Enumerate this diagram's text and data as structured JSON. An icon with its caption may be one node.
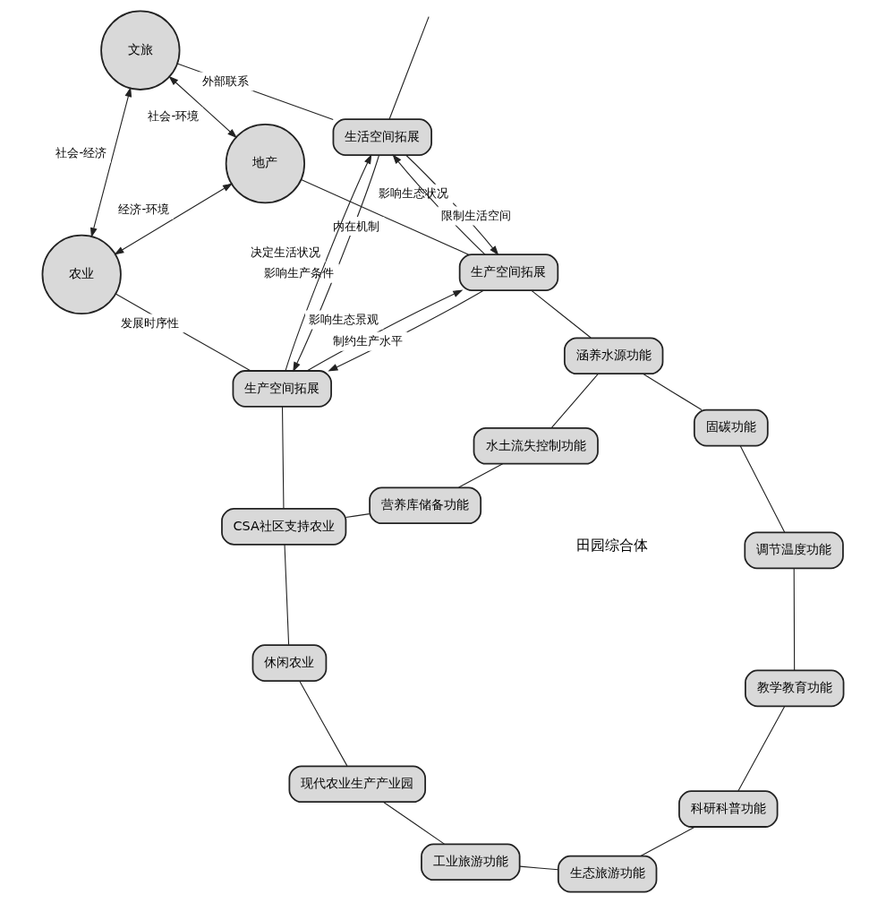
{
  "diagram": {
    "nodes": [
      {
        "text": [
          "生态旅游功能"
        ]
      },
      {
        "text": [
          "科研科普功能"
        ]
      },
      {
        "text": [
          "工业旅游功能"
        ]
      },
      {
        "text": [
          "生活空间拓展"
        ]
      },
      {
        "text": [
          "教学教育功能"
        ]
      },
      {
        "text": [
          "文旅"
        ]
      },
      {
        "text": [
          "现代农业生产产业园"
        ]
      },
      {
        "text": [
          "调节温度功能"
        ]
      },
      {
        "text": [
          "农业"
        ]
      },
      {
        "text": [
          "地产"
        ]
      },
      {
        "text": [
          "休闲农业"
        ]
      },
      {
        "text": [
          "固碳功能"
        ]
      },
      {
        "text": [
          "生产空间拓展"
        ]
      },
      {
        "text": [
          "生产空间拓展"
        ]
      },
      {
        "text": [
          "CSA社区支持农业"
        ]
      },
      {
        "text": [
          "涵养水源功能"
        ]
      },
      {
        "text": [
          "营养库储备功能"
        ]
      },
      {
        "text": [
          "水土流失控制功能"
        ]
      }
    ],
    "edges": [
      {
        "from": 1,
        "to": 4,
        "arrow": "none"
      },
      {
        "from": 4,
        "to": 7,
        "arrow": "none"
      },
      {
        "from": 7,
        "to": 11,
        "arrow": "none"
      },
      {
        "from": 11,
        "to": 15,
        "arrow": "none"
      },
      {
        "from": 15,
        "to": 17,
        "arrow": "none"
      },
      {
        "from": 17,
        "to": 16,
        "arrow": "none"
      },
      {
        "from": 16,
        "to": 14,
        "arrow": "none"
      },
      {
        "from": 14,
        "to": 10,
        "arrow": "none"
      },
      {
        "from": 10,
        "to": 6,
        "arrow": "none"
      },
      {
        "from": 6,
        "to": 2,
        "arrow": "none"
      },
      {
        "from": 2,
        "to": 0,
        "arrow": "none"
      },
      {
        "from": 0,
        "to": 1,
        "arrow": "none"
      },
      {
        "from": 3,
        "to": null,
        "arrow": "none"
      },
      {
        "from": 3,
        "to": 5,
        "label": "外部联系",
        "arrow": "none"
      },
      {
        "from": 5,
        "to": 8,
        "label": "社会-经济",
        "arrow": "both"
      },
      {
        "from": 5,
        "to": 9,
        "label": "社会-环境",
        "arrow": "both"
      },
      {
        "from": 8,
        "to": 9,
        "label": "经济-环境",
        "arrow": "both"
      },
      {
        "from": 8,
        "to": 12,
        "label": "发展时序性",
        "arrow": "none"
      },
      {
        "from": 9,
        "to": 13,
        "label": "内在机制",
        "arrow": "none"
      },
      {
        "from": 12,
        "to": 14,
        "arrow": "none"
      },
      {
        "from": 13,
        "to": 15,
        "arrow": "none"
      },
      {
        "from": 12,
        "to": 3,
        "label": "决定生活状况",
        "arrow": "to"
      },
      {
        "from": 3,
        "to": 12,
        "label": "影响生产条件",
        "arrow": "to"
      },
      {
        "from": 3,
        "to": 13,
        "label": "影响生态状况",
        "arrow": "to"
      },
      {
        "from": 13,
        "to": 3,
        "label": "限制生活空间",
        "arrow": "to"
      },
      {
        "from": 13,
        "to": 12,
        "label": "制约生产水平",
        "arrow": "to"
      },
      {
        "from": 12,
        "to": 13,
        "label": "影响生态景观",
        "arrow": "to"
      }
    ],
    "labels": [
      "田园综合体"
    ]
  }
}
